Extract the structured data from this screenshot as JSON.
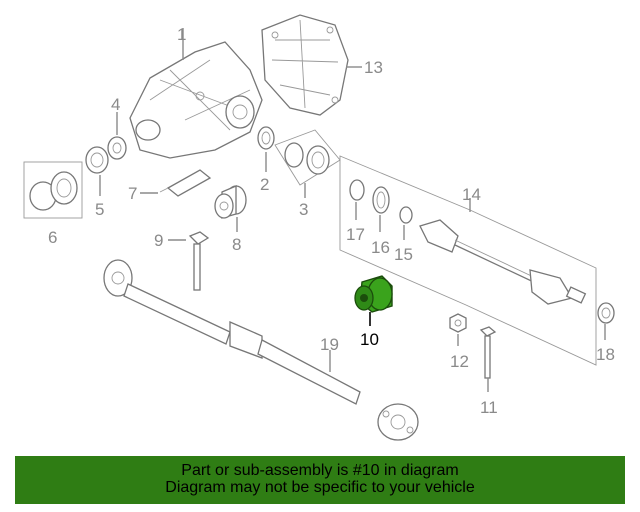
{
  "callouts": {
    "n1": "1",
    "n2": "2",
    "n3": "3",
    "n4": "4",
    "n5": "5",
    "n6": "6",
    "n7": "7",
    "n8": "8",
    "n9": "9",
    "n10": "10",
    "n11": "11",
    "n12": "12",
    "n13": "13",
    "n14": "14",
    "n15": "15",
    "n16": "16",
    "n17": "17",
    "n18": "18",
    "n19": "19"
  },
  "highlight": {
    "part_number": "10",
    "color": "#3aa31c"
  },
  "banner": {
    "line1": "Part or sub-assembly is #10 in diagram",
    "line2": "Diagram may not be specific to your vehicle",
    "background": "#2f7d14"
  }
}
